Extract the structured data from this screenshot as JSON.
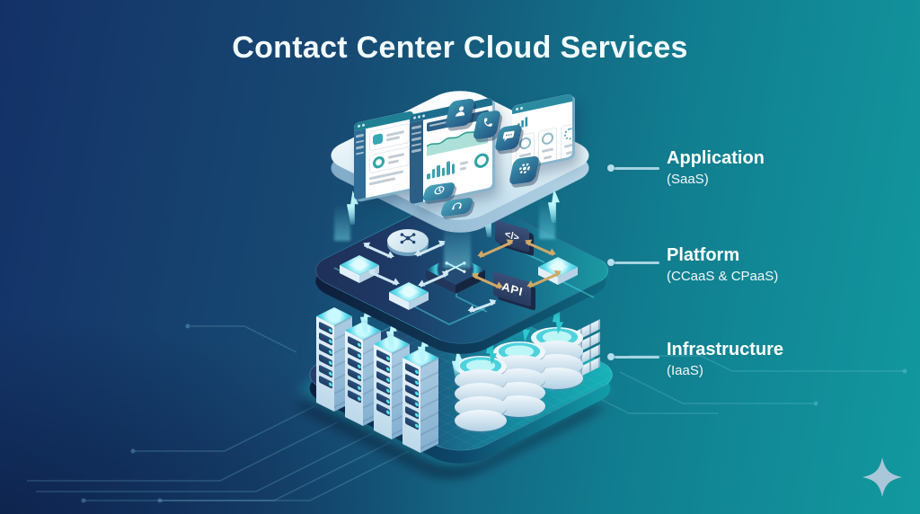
{
  "title": "Contact Center Cloud Services",
  "legend": [
    {
      "label": "Application",
      "sublabel": "(SaaS)"
    },
    {
      "label": "Platform",
      "sublabel": "(CCaaS & CPaaS)"
    },
    {
      "label": "Infrastructure",
      "sublabel": "(IaaS)"
    }
  ],
  "blocks": {
    "api_label": "API",
    "code_label": "</>"
  },
  "colors": {
    "bg_navy": "#143167",
    "bg_teal": "#12999f",
    "accent_cyan": "#5fe3f0",
    "arrow_gold": "#cfa968",
    "platform_dark": "#202e55",
    "platform_teal": "#18a0ab",
    "surface_light": "#e8f4fa",
    "label_text": "#ffffff"
  }
}
